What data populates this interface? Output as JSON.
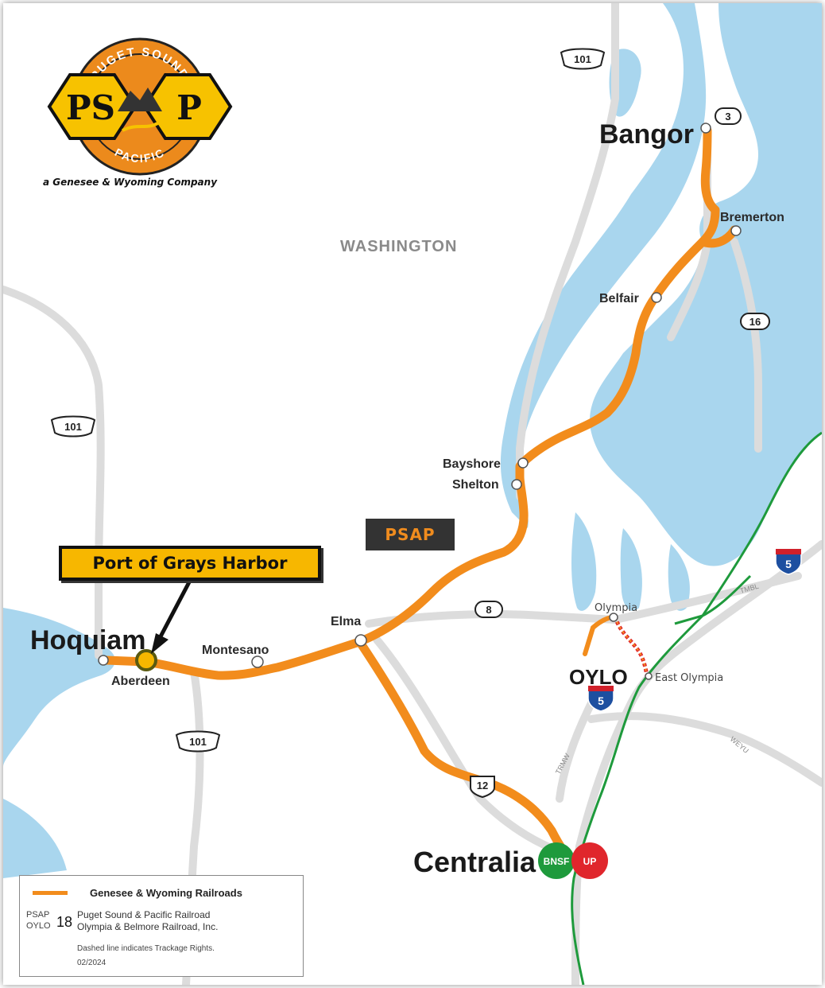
{
  "logo": {
    "top_text": "PUGET SOUND",
    "bottom_text": "PACIFIC",
    "left_letters": "PS",
    "right_letters": "P",
    "tagline": "a Genesee & Wyoming Company"
  },
  "region_label": "WASHINGTON",
  "railroad_tag": "PSAP",
  "callout": "Port of Grays Harbor",
  "cities": {
    "bangor": "Bangor",
    "bremerton": "Bremerton",
    "belfair": "Belfair",
    "bayshore": "Bayshore",
    "shelton": "Shelton",
    "elma": "Elma",
    "montesano": "Montesano",
    "hoquiam": "Hoquiam",
    "aberdeen": "Aberdeen",
    "olympia": "Olympia",
    "east_olympia": "East Olympia",
    "centralia": "Centralia"
  },
  "oylo_label": "OYLO",
  "highway_shields": {
    "us101_north": "101",
    "us101_west": "101",
    "us101_south": "101",
    "sr3": "3",
    "sr16": "16",
    "sr8": "8",
    "us12": "12",
    "i5_north": "5",
    "i5_south": "5"
  },
  "line_labels": {
    "tmbl": "TMBL",
    "weyu": "WEYU",
    "trmw": "TRMW"
  },
  "interchange": {
    "bnsf": "BNSF",
    "up": "UP"
  },
  "legend": {
    "title": "Genesee & Wyoming Railroads",
    "codes": [
      "PSAP",
      "OYLO"
    ],
    "names": [
      "Puget Sound & Pacific Railroad",
      "Olympia & Belmore Railroad, Inc."
    ],
    "note": "Dashed line indicates Trackage Rights.",
    "date": "02/2024",
    "page_number": "18"
  },
  "colors": {
    "rail_orange": "#f28c1c",
    "water": "#a9d6ee",
    "land": "#ffffff",
    "road": "#dcdcdc",
    "bnsf_green": "#1e9a3c",
    "up_red": "#e0262c",
    "callout_yellow": "#f7b700",
    "logo_orange": "#ec8a1c"
  }
}
